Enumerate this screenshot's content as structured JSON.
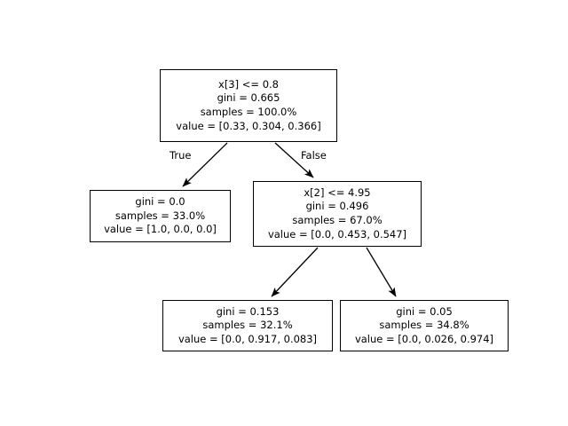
{
  "figure": {
    "type": "decision-tree",
    "background_color": "#ffffff",
    "line_color": "#000000",
    "text_color": "#000000"
  },
  "chart_data": {
    "type": "tree",
    "title": "",
    "edge_labels": {
      "left": "True",
      "right": "False"
    },
    "nodes": [
      {
        "id": "root",
        "kind": "split",
        "condition": "x[3] <= 0.8",
        "gini": "gini = 0.665",
        "samples": "samples = 100.0%",
        "value": "value = [0.33, 0.304, 0.366]",
        "gini_value": 0.665,
        "samples_pct": 100.0,
        "value_vector": [
          0.33,
          0.304,
          0.366
        ],
        "feature_index": 3,
        "threshold": 0.8
      },
      {
        "id": "left",
        "kind": "leaf",
        "condition": "",
        "gini": "gini = 0.0",
        "samples": "samples = 33.0%",
        "value": "value = [1.0, 0.0, 0.0]",
        "gini_value": 0.0,
        "samples_pct": 33.0,
        "value_vector": [
          1.0,
          0.0,
          0.0
        ]
      },
      {
        "id": "right",
        "kind": "split",
        "condition": "x[2] <= 4.95",
        "gini": "gini = 0.496",
        "samples": "samples = 67.0%",
        "value": "value = [0.0, 0.453, 0.547]",
        "gini_value": 0.496,
        "samples_pct": 67.0,
        "value_vector": [
          0.0,
          0.453,
          0.547
        ],
        "feature_index": 2,
        "threshold": 4.95
      },
      {
        "id": "right-left",
        "kind": "leaf",
        "condition": "",
        "gini": "gini = 0.153",
        "samples": "samples = 32.1%",
        "value": "value = [0.0, 0.917, 0.083]",
        "gini_value": 0.153,
        "samples_pct": 32.1,
        "value_vector": [
          0.0,
          0.917,
          0.083
        ]
      },
      {
        "id": "right-right",
        "kind": "leaf",
        "condition": "",
        "gini": "gini = 0.05",
        "samples": "samples = 34.8%",
        "value": "value = [0.0, 0.026, 0.974]",
        "gini_value": 0.05,
        "samples_pct": 34.8,
        "value_vector": [
          0.0,
          0.026,
          0.974
        ]
      }
    ],
    "edges": [
      {
        "from": "root",
        "to": "left",
        "label": "True"
      },
      {
        "from": "root",
        "to": "right",
        "label": "False"
      },
      {
        "from": "right",
        "to": "right-left",
        "label": ""
      },
      {
        "from": "right",
        "to": "right-right",
        "label": ""
      }
    ]
  }
}
